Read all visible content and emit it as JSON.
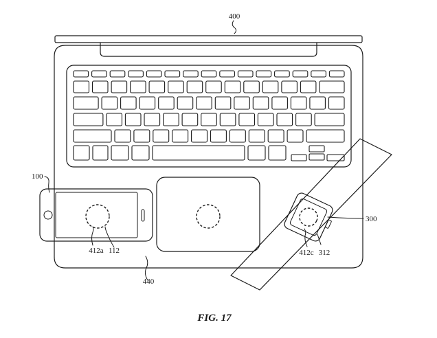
{
  "figure": {
    "caption": "FIG. 17",
    "labels": {
      "laptop": "400",
      "phone": "100",
      "watch": "300",
      "phone_coil": "412a",
      "phone_ref": "112",
      "watch_coil": "412c",
      "watch_ref": "312",
      "surface": "440"
    }
  }
}
